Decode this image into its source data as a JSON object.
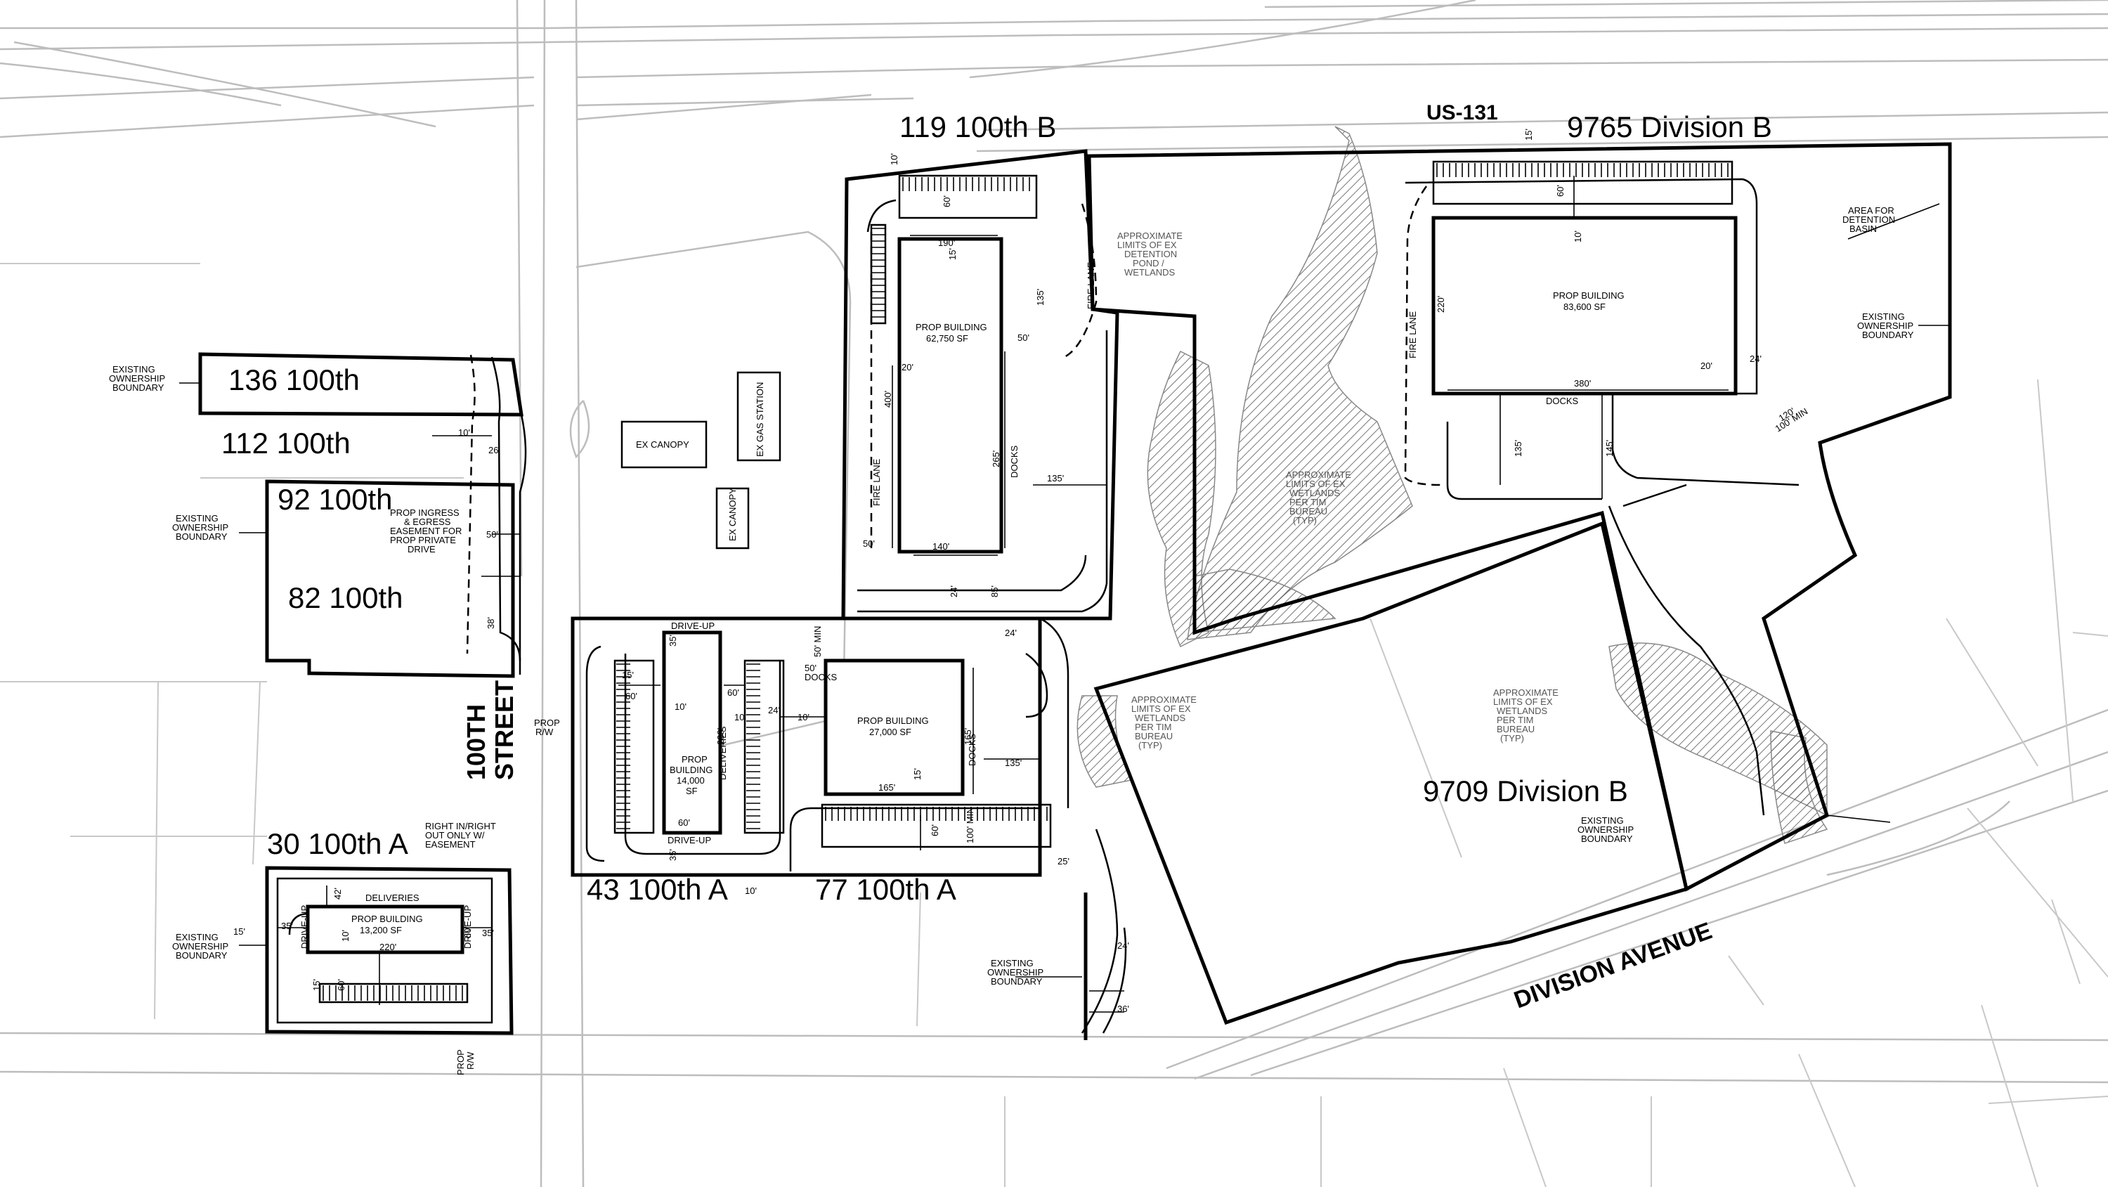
{
  "roads": {
    "highway": "US-131",
    "street_100th_line1": "100TH",
    "street_100th_line2": "STREET",
    "division": "DIVISION  AVENUE"
  },
  "parcels": {
    "p119": "119 100th B",
    "p9765": "9765 Division B",
    "p136": "136 100th",
    "p112": "112 100th",
    "p92": "92 100th",
    "p82": "82 100th",
    "p30": "30 100th A",
    "p43": "43 100th A",
    "p77": "77 100th A",
    "p9709": "9709 Division B"
  },
  "buildings": {
    "b1_l1": "PROP BUILDING",
    "b1_l2": "62,750 SF",
    "b2_l1": "PROP BUILDING",
    "b2_l2": "83,600 SF",
    "b3_l1": "PROP BUILDING",
    "b3_l2": "27,000 SF",
    "b4_l1": "PROP",
    "b4_l2": "BUILDING",
    "b4_l3": "14,000",
    "b4_l4": "SF",
    "b5_l1": "PROP BUILDING",
    "b5_l2": "13,200 SF"
  },
  "existing": {
    "canopy1": "EX CANOPY",
    "canopy2": "EX CANOPY",
    "gas": "EX GAS STATION"
  },
  "labels": {
    "eob": [
      "EXISTING",
      "OWNERSHIP",
      "BOUNDARY"
    ],
    "detention": [
      "AREA FOR",
      "DETENTION",
      "BASIN"
    ],
    "pond": [
      "APPROXIMATE",
      "LIMITS OF EX",
      "DETENTION",
      "POND /",
      "WETLANDS"
    ],
    "wetlands": [
      "APPROXIMATE",
      "LIMITS OF EX",
      "WETLANDS",
      "PER TIM",
      "BUREAU",
      "(TYP)"
    ],
    "ingress": [
      "PROP INGRESS",
      "& EGRESS",
      "EASEMENT FOR",
      "PROP PRIVATE",
      "DRIVE"
    ],
    "rightin": [
      "RIGHT IN/RIGHT",
      "OUT ONLY W/",
      "EASEMENT"
    ],
    "prop_rw_1": "PROP",
    "prop_rw_2": "R/W",
    "fire_lane": "FIRE  LANE",
    "docks": "DOCKS",
    "deliveries": "DELIVERIES",
    "drive_up": "DRIVE-UP"
  },
  "dims": {
    "d10": "10'",
    "d15": "15'",
    "d20": "20'",
    "d24": "24'",
    "d25": "25'",
    "d26": "26'",
    "d35": "35'",
    "d36": "36'",
    "d38": "38'",
    "d42": "42'",
    "d50": "50'",
    "d60": "60'",
    "d85": "85'",
    "d135": "135'",
    "d140": "140'",
    "d145": "145'",
    "d165": "165'",
    "d190": "190'",
    "d220": "220'",
    "d238": "238'",
    "d265": "265'",
    "d380": "380'",
    "d400": "400'",
    "d50min": "50' MIN",
    "d100min": "100' MIN",
    "d120": "120'"
  }
}
